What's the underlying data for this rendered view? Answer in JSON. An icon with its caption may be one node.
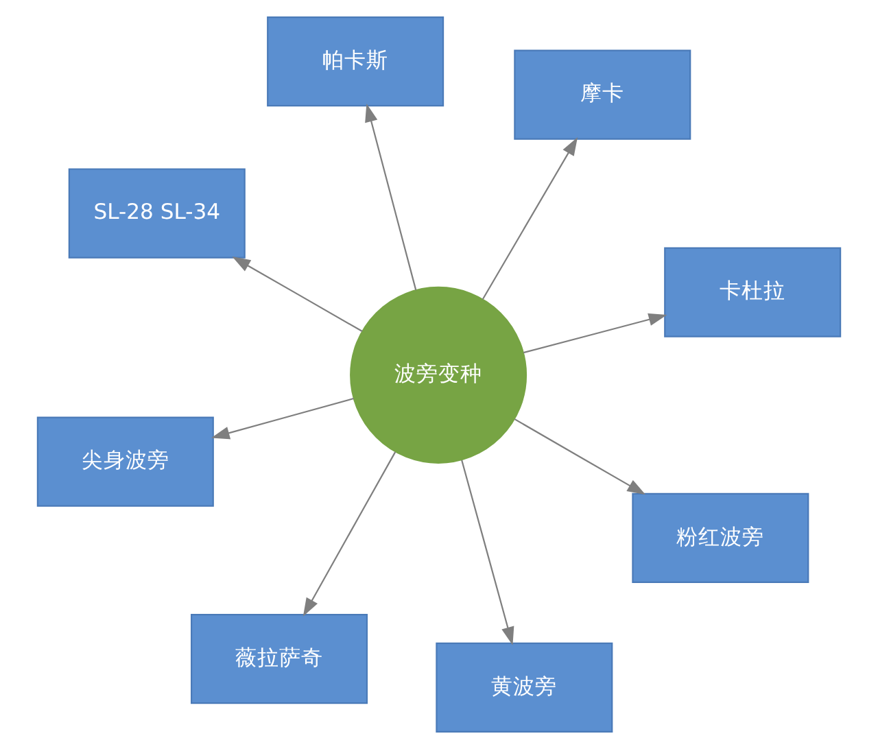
{
  "diagram": {
    "nodes": [
      {
        "text": [
          "波旁变种"
        ]
      },
      {
        "text": [
          "卡杜拉"
        ]
      },
      {
        "text": [
          "薇拉萨奇"
        ]
      },
      {
        "text": [
          "SL-28 SL-34"
        ]
      },
      {
        "text": [
          "摩卡"
        ]
      },
      {
        "text": [
          "帕卡斯"
        ]
      },
      {
        "text": [
          "尖身波旁"
        ]
      },
      {
        "text": [
          "粉红波旁"
        ]
      },
      {
        "text": [
          "黄波旁"
        ]
      }
    ],
    "edges": [
      {
        "from": 0,
        "to": 1,
        "arrow": "to"
      },
      {
        "from": 0,
        "to": 2,
        "arrow": "to"
      },
      {
        "from": 0,
        "to": 3,
        "arrow": "to"
      },
      {
        "from": 0,
        "to": 4,
        "arrow": "to"
      },
      {
        "from": 0,
        "to": 5,
        "arrow": "to"
      },
      {
        "from": 0,
        "to": 6,
        "arrow": "to"
      },
      {
        "from": 0,
        "to": 7,
        "arrow": "to"
      },
      {
        "from": 0,
        "to": 8,
        "arrow": "to"
      }
    ]
  }
}
